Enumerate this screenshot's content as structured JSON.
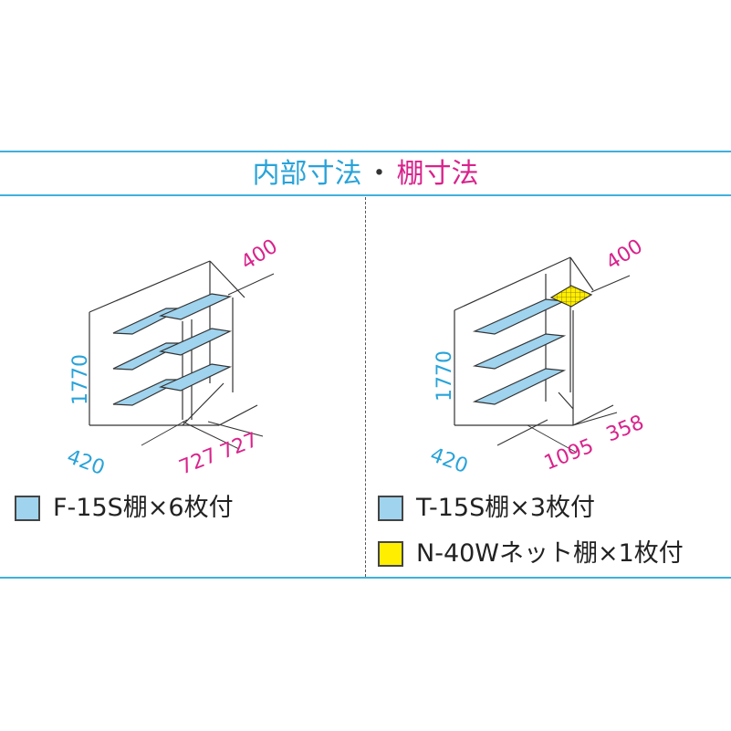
{
  "header": {
    "title_part1": "内部寸法",
    "title_sep": "・",
    "title_part2": "棚寸法"
  },
  "colors": {
    "rule": "#3fb0dd",
    "cyan_dim": "#29a3d9",
    "magenta_dim": "#d9238c",
    "shelf_blue": "#9fd3ee",
    "net_yellow": "#ffee00"
  },
  "left": {
    "dim_height": "1770",
    "dim_depth": "420",
    "dim_width_a": "727",
    "dim_width_b": "727",
    "dim_shelf_depth": "400",
    "legend": [
      {
        "label": "F-15S棚×6枚付",
        "color": "#9fd3ee"
      }
    ]
  },
  "right": {
    "dim_height": "1770",
    "dim_depth": "420",
    "dim_width_a": "1095",
    "dim_width_b": "358",
    "dim_shelf_depth": "400",
    "legend": [
      {
        "label": "T-15S棚×3枚付",
        "color": "#9fd3ee"
      },
      {
        "label": "N-40Wネット棚×1枚付",
        "color": "#ffee00"
      }
    ]
  }
}
